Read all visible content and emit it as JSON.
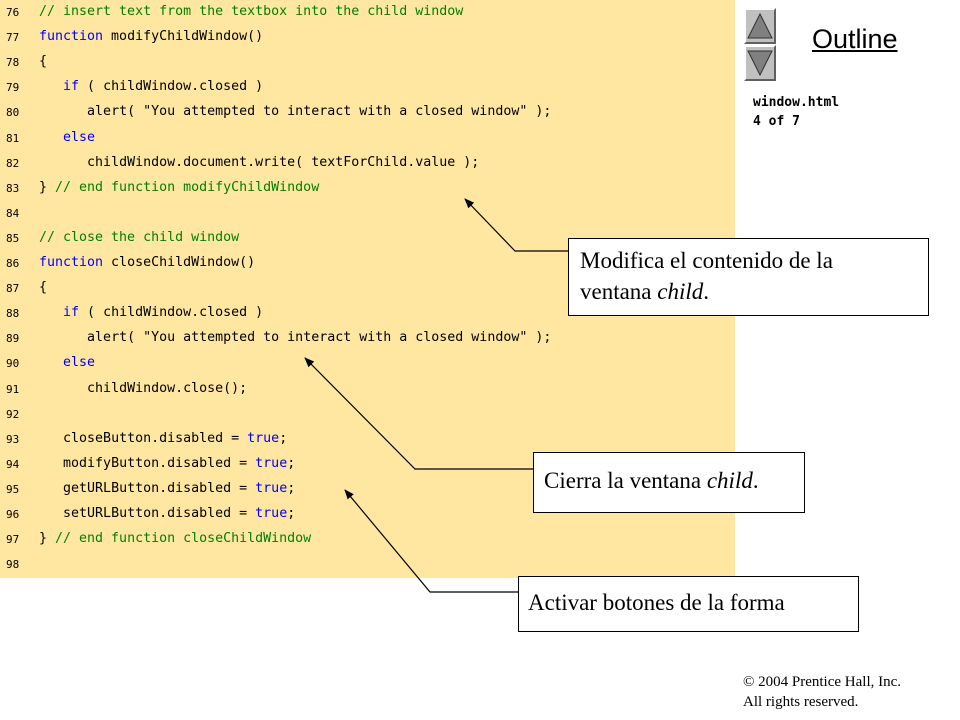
{
  "code_lines": [
    {
      "num": "76",
      "indent": "",
      "parts": [
        {
          "t": "// insert text from the textbox into the child window",
          "c": "cm"
        }
      ]
    },
    {
      "num": "77",
      "indent": "",
      "parts": [
        {
          "t": "function",
          "c": "kw"
        },
        {
          "t": " modifyChildWindow()",
          "c": "pl"
        }
      ]
    },
    {
      "num": "78",
      "indent": "",
      "parts": [
        {
          "t": "{",
          "c": "pl"
        }
      ]
    },
    {
      "num": "79",
      "indent": "   ",
      "parts": [
        {
          "t": "if",
          "c": "kw"
        },
        {
          "t": " ( childWindow.closed )",
          "c": "pl"
        }
      ]
    },
    {
      "num": "80",
      "indent": "      ",
      "parts": [
        {
          "t": "alert( \"You attempted to interact with a closed window\" );",
          "c": "pl"
        }
      ]
    },
    {
      "num": "81",
      "indent": "   ",
      "parts": [
        {
          "t": "else",
          "c": "kw"
        }
      ]
    },
    {
      "num": "82",
      "indent": "      ",
      "parts": [
        {
          "t": "childWindow.document.write( textForChild.value );",
          "c": "pl"
        }
      ]
    },
    {
      "num": "83",
      "indent": "",
      "parts": [
        {
          "t": "} ",
          "c": "pl"
        },
        {
          "t": "// end function modifyChildWindow",
          "c": "cm"
        }
      ]
    },
    {
      "num": "84",
      "indent": "",
      "parts": []
    },
    {
      "num": "85",
      "indent": "",
      "parts": [
        {
          "t": "// close the child window",
          "c": "cm"
        }
      ]
    },
    {
      "num": "86",
      "indent": "",
      "parts": [
        {
          "t": "function",
          "c": "kw"
        },
        {
          "t": " closeChildWindow()",
          "c": "pl"
        }
      ]
    },
    {
      "num": "87",
      "indent": "",
      "parts": [
        {
          "t": "{",
          "c": "pl"
        }
      ]
    },
    {
      "num": "88",
      "indent": "   ",
      "parts": [
        {
          "t": "if",
          "c": "kw"
        },
        {
          "t": " ( childWindow.closed )",
          "c": "pl"
        }
      ]
    },
    {
      "num": "89",
      "indent": "      ",
      "parts": [
        {
          "t": "alert( \"You attempted to interact with a closed window\" );",
          "c": "pl"
        }
      ]
    },
    {
      "num": "90",
      "indent": "   ",
      "parts": [
        {
          "t": "else",
          "c": "kw"
        }
      ]
    },
    {
      "num": "91",
      "indent": "      ",
      "parts": [
        {
          "t": "childWindow.close();",
          "c": "pl"
        }
      ]
    },
    {
      "num": "92",
      "indent": "",
      "parts": []
    },
    {
      "num": "93",
      "indent": "   ",
      "parts": [
        {
          "t": "closeButton.disabled = ",
          "c": "pl"
        },
        {
          "t": "true",
          "c": "kw"
        },
        {
          "t": ";",
          "c": "pl"
        }
      ]
    },
    {
      "num": "94",
      "indent": "   ",
      "parts": [
        {
          "t": "modifyButton.disabled = ",
          "c": "pl"
        },
        {
          "t": "true",
          "c": "kw"
        },
        {
          "t": ";",
          "c": "pl"
        }
      ]
    },
    {
      "num": "95",
      "indent": "   ",
      "parts": [
        {
          "t": "getURLButton.disabled = ",
          "c": "pl"
        },
        {
          "t": "true",
          "c": "kw"
        },
        {
          "t": ";",
          "c": "pl"
        }
      ]
    },
    {
      "num": "96",
      "indent": "   ",
      "parts": [
        {
          "t": "setURLButton.disabled = ",
          "c": "pl"
        },
        {
          "t": "true",
          "c": "kw"
        },
        {
          "t": ";",
          "c": "pl"
        }
      ]
    },
    {
      "num": "97",
      "indent": "",
      "parts": [
        {
          "t": "} ",
          "c": "pl"
        },
        {
          "t": "// end function closeChildWindow",
          "c": "cm"
        }
      ]
    },
    {
      "num": "98",
      "indent": "",
      "parts": []
    }
  ],
  "colors": {
    "code_background": "#ffe6a1",
    "keyword": "#0000ff",
    "comment": "#008000",
    "plain": "#000000"
  },
  "sidebar": {
    "up_button_icon": "triangle-up-icon",
    "down_button_icon": "triangle-down-icon",
    "outline_label": "Outline",
    "file_name": "window.html",
    "page_indicator": "4 of 7"
  },
  "callouts": {
    "modify": {
      "line1": "Modifica el contenido de la",
      "line2_plain": "ventana ",
      "line2_italic": "child",
      "line2_end": "."
    },
    "close": {
      "plain": "Cierra la ventana ",
      "italic": "child",
      "end": "."
    },
    "enable": {
      "text": "Activar botones de la forma"
    }
  },
  "footer": {
    "copyright": "© 2004 Prentice Hall, Inc.",
    "rights": "All rights reserved."
  }
}
